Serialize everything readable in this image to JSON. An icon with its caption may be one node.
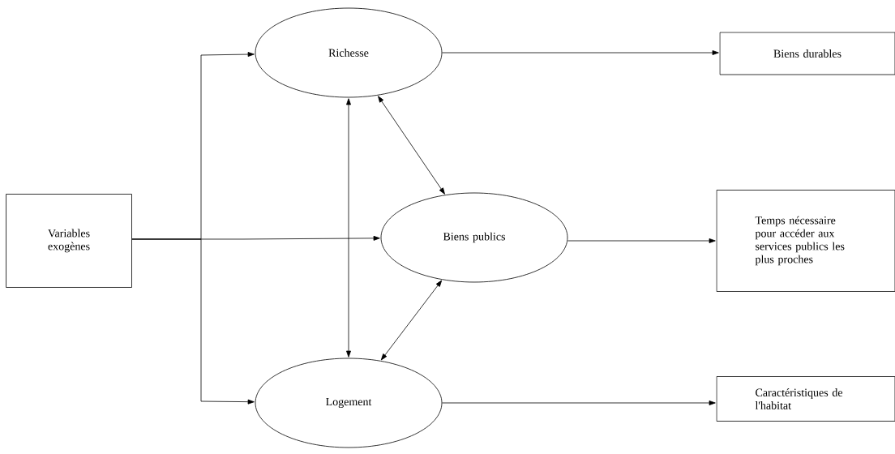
{
  "diagram": {
    "nodes": [
      {
        "text": [
          "Variables exogènes"
        ]
      },
      {
        "text": [
          "Richesse"
        ]
      },
      {
        "text": [
          "Biens publics"
        ]
      },
      {
        "text": [
          "Logement"
        ]
      },
      {
        "text": [
          "Biens durables"
        ]
      },
      {
        "text": [
          "Temps nécessaire pour accéder aux services publics les plus proches"
        ]
      },
      {
        "text": [
          "Caractéristiques de l'habitat"
        ]
      }
    ],
    "edges": [
      {
        "from": 0,
        "to": 1,
        "arrow": "to"
      },
      {
        "from": 0,
        "to": 2,
        "arrow": "to"
      },
      {
        "from": 0,
        "to": 3,
        "arrow": "to"
      },
      {
        "from": 1,
        "to": 4,
        "arrow": "to"
      },
      {
        "from": 2,
        "to": 5,
        "arrow": "to"
      },
      {
        "from": 3,
        "to": 6,
        "arrow": "to"
      },
      {
        "from": 1,
        "to": 3,
        "arrow": "both"
      },
      {
        "from": 1,
        "to": 2,
        "arrow": "both"
      },
      {
        "from": 3,
        "to": 2,
        "arrow": "both"
      }
    ]
  }
}
